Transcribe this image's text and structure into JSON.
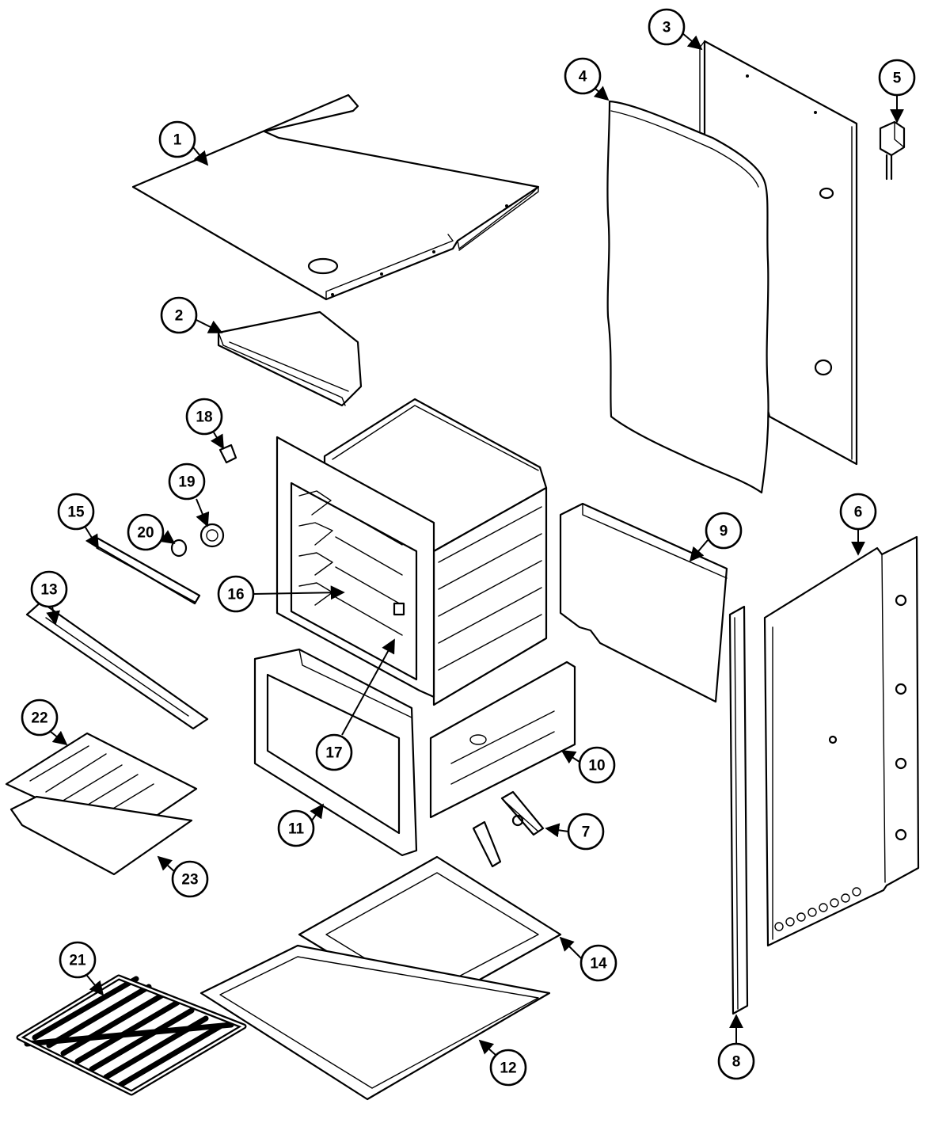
{
  "callouts": [
    {
      "id": "1",
      "label": "1"
    },
    {
      "id": "2",
      "label": "2"
    },
    {
      "id": "3",
      "label": "3"
    },
    {
      "id": "4",
      "label": "4"
    },
    {
      "id": "5",
      "label": "5"
    },
    {
      "id": "6",
      "label": "6"
    },
    {
      "id": "7",
      "label": "7"
    },
    {
      "id": "8",
      "label": "8"
    },
    {
      "id": "9",
      "label": "9"
    },
    {
      "id": "10",
      "label": "10"
    },
    {
      "id": "11",
      "label": "11"
    },
    {
      "id": "12",
      "label": "12"
    },
    {
      "id": "13",
      "label": "13"
    },
    {
      "id": "14",
      "label": "14"
    },
    {
      "id": "15",
      "label": "15"
    },
    {
      "id": "16",
      "label": "16"
    },
    {
      "id": "17",
      "label": "17"
    },
    {
      "id": "18",
      "label": "18"
    },
    {
      "id": "19",
      "label": "19"
    },
    {
      "id": "20",
      "label": "20"
    },
    {
      "id": "21",
      "label": "21"
    },
    {
      "id": "22",
      "label": "22"
    },
    {
      "id": "23",
      "label": "23"
    }
  ],
  "colors": {
    "line": "#000000",
    "background": "#ffffff"
  }
}
